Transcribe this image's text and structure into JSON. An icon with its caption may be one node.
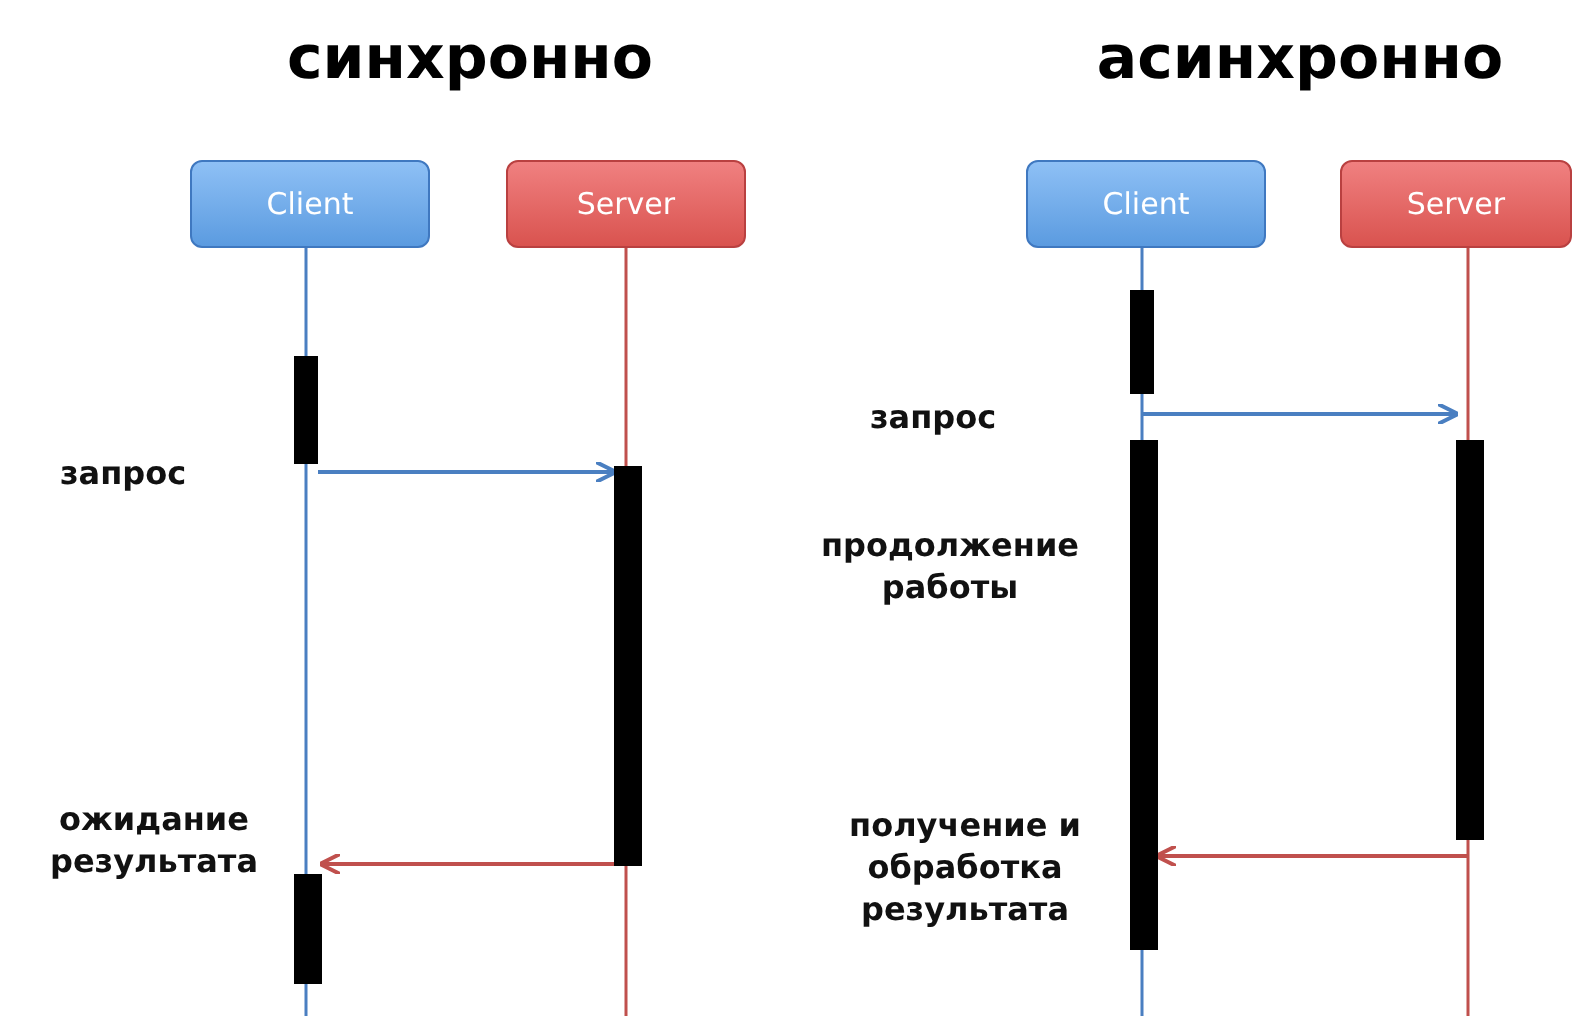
{
  "diagram": {
    "nodes": [
      {
        "text": [
          "Client"
        ]
      },
      {
        "text": [
          "Server"
        ]
      },
      {
        "text": [
          "Client"
        ]
      },
      {
        "text": [
          "Server"
        ]
      },
      {
        "text": [],
        "shape": "bar"
      },
      {
        "text": [],
        "shape": "bar"
      },
      {
        "text": [],
        "shape": "bar"
      },
      {
        "text": [],
        "shape": "bar"
      },
      {
        "text": [],
        "shape": "bar"
      },
      {
        "text": [],
        "shape": "bar"
      }
    ],
    "edges": [
      {
        "from": 4,
        "to": 5,
        "arrow": "to"
      },
      {
        "from": 5,
        "to": 6,
        "arrow": "to",
        "color": "#c0504d"
      },
      {
        "from": 7,
        "to": 9,
        "arrow": "to"
      },
      {
        "from": 9,
        "to": 8,
        "arrow": "to",
        "color": "#c0504d"
      }
    ],
    "labels": [
      "синхронно",
      "асинхронно",
      "запрос",
      "запрос",
      "продолжение работы",
      "ожидание результата",
      "получение и обработка результата"
    ]
  }
}
